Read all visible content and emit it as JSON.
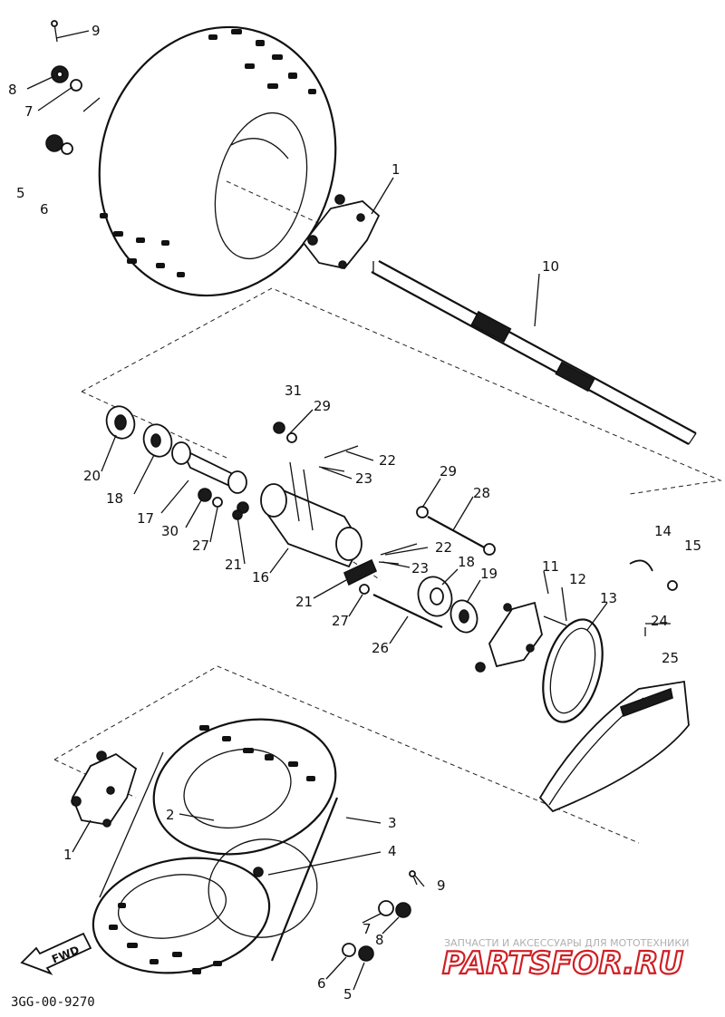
{
  "callouts": [
    {
      "id": "9a",
      "text": "9"
    },
    {
      "id": "8a",
      "text": "8"
    },
    {
      "id": "7a",
      "text": "7"
    },
    {
      "id": "5a",
      "text": "5"
    },
    {
      "id": "6a",
      "text": "6"
    },
    {
      "id": "1a",
      "text": "1"
    },
    {
      "id": "10",
      "text": "10"
    },
    {
      "id": "31",
      "text": "31"
    },
    {
      "id": "29a",
      "text": "29"
    },
    {
      "id": "22a",
      "text": "22"
    },
    {
      "id": "23a",
      "text": "23"
    },
    {
      "id": "20",
      "text": "20"
    },
    {
      "id": "18a",
      "text": "18"
    },
    {
      "id": "17",
      "text": "17"
    },
    {
      "id": "30",
      "text": "30"
    },
    {
      "id": "27a",
      "text": "27"
    },
    {
      "id": "21a",
      "text": "21"
    },
    {
      "id": "16",
      "text": "16"
    },
    {
      "id": "29b",
      "text": "29"
    },
    {
      "id": "28",
      "text": "28"
    },
    {
      "id": "22b",
      "text": "22"
    },
    {
      "id": "23b",
      "text": "23"
    },
    {
      "id": "18b",
      "text": "18"
    },
    {
      "id": "19",
      "text": "19"
    },
    {
      "id": "11",
      "text": "11"
    },
    {
      "id": "12",
      "text": "12"
    },
    {
      "id": "13",
      "text": "13"
    },
    {
      "id": "14",
      "text": "14"
    },
    {
      "id": "15",
      "text": "15"
    },
    {
      "id": "24",
      "text": "24"
    },
    {
      "id": "25",
      "text": "25"
    },
    {
      "id": "21b",
      "text": "21"
    },
    {
      "id": "27b",
      "text": "27"
    },
    {
      "id": "26",
      "text": "26"
    },
    {
      "id": "2",
      "text": "2"
    },
    {
      "id": "3",
      "text": "3"
    },
    {
      "id": "4",
      "text": "4"
    },
    {
      "id": "1b",
      "text": "1"
    },
    {
      "id": "9b",
      "text": "9"
    },
    {
      "id": "7b",
      "text": "7"
    },
    {
      "id": "8b",
      "text": "8"
    },
    {
      "id": "6b",
      "text": "6"
    },
    {
      "id": "5b",
      "text": "5"
    }
  ],
  "fwd_label": "FWD",
  "diagram_code": "3GG-00-9270",
  "watermark": {
    "caption": "ЗАПЧАСТИ И АКСЕССУАРЫ ДЛЯ МОТОТЕХНИКИ",
    "brand": "PARTSFOR.RU",
    "brand_color": "#cf1f24"
  }
}
